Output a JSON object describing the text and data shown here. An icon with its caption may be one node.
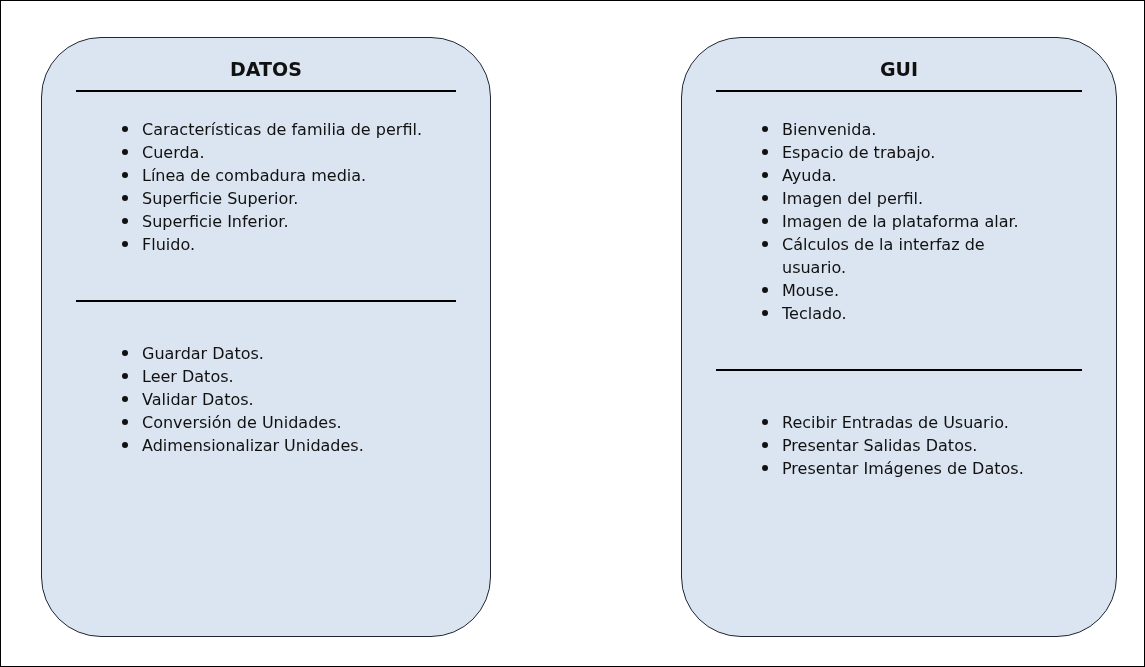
{
  "diagram": {
    "nodes": [
      {
        "text": [
          "DATOS",
          "Características de familia de perfil.",
          "Cuerda.",
          "Línea de combadura media.",
          "Superficie Superior.",
          "Superficie Inferior.",
          "Fluido.",
          "Guardar Datos.",
          "Leer Datos.",
          "Validar Datos.",
          "Conversión de Unidades.",
          "Adimensionalizar Unidades."
        ]
      },
      {
        "text": [
          "GUI",
          "Bienvenida.",
          "Espacio de trabajo.",
          "Ayuda.",
          "Imagen del perfil.",
          "Imagen de la plataforma alar.",
          "Cálculos de la interfaz de usuario.",
          "Mouse.",
          "Teclado.",
          "Recibir Entradas de Usuario.",
          "Presentar Salidas Datos.",
          "Presentar Imágenes de Datos."
        ]
      }
    ],
    "edges": []
  }
}
